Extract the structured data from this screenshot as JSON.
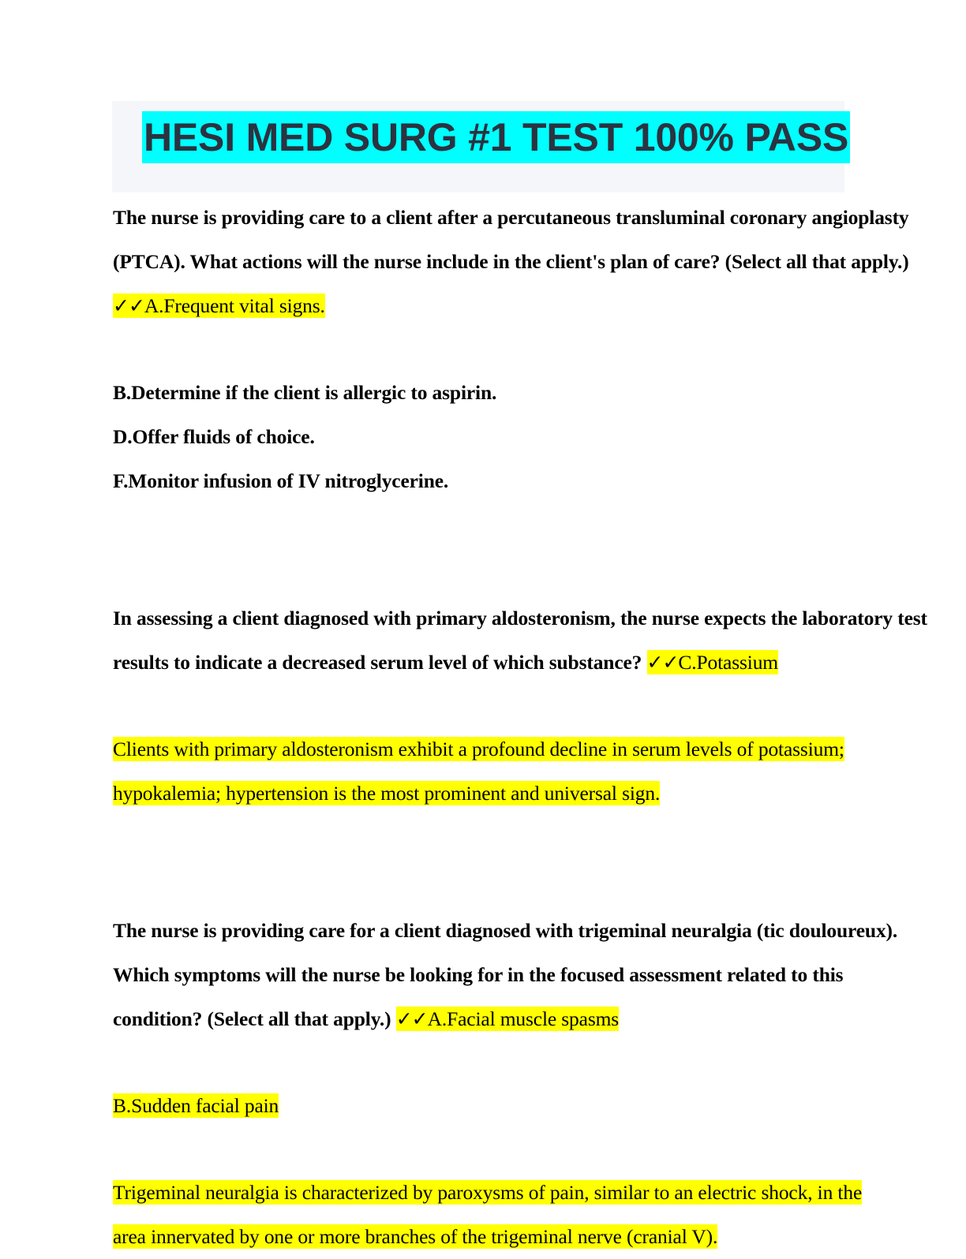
{
  "document": {
    "title": "HESI MED SURG #1 TEST 100% PASS",
    "title_highlight_color": "#00ffff",
    "highlight_color": "#ffff00",
    "title_band_color": "#f4f6fa",
    "title_text_color": "#2b3340",
    "page_background": "#ffffff"
  },
  "questions": [
    {
      "stem_lines": [
        "The nurse is providing care to a client after a percutaneous transluminal coronary angioplasty",
        "(PTCA). What actions will the nurse include in the client's plan of care? (Select all that apply.)"
      ],
      "answer_marks": "✓✓",
      "answer_text": "A.Frequent vital signs.",
      "options": [
        "B.Determine if the client is allergic to aspirin.",
        "D.Offer fluids of choice.",
        "F.Monitor infusion of IV nitroglycerine."
      ]
    },
    {
      "stem_line_1": "In assessing a client diagnosed with primary aldosteronism, the nurse expects the laboratory test",
      "stem_line_2": "results to indicate a decreased serum level of which substance? ",
      "answer_marks": "✓✓",
      "answer_text": "C.Potassium",
      "rationale_lines": [
        "Clients with primary aldosteronism exhibit a profound decline in serum levels of potassium;",
        "hypokalemia; hypertension is the most prominent and universal sign."
      ]
    },
    {
      "stem_line_1": "The nurse is providing care for a client diagnosed with trigeminal neuralgia (tic douloureux).",
      "stem_line_2": "Which symptoms will the nurse be looking for in the focused assessment related to this",
      "stem_line_3": "condition? (Select all that apply.) ",
      "answer_marks": "✓✓",
      "answer_text": "A.Facial muscle spasms",
      "option_b": "B.Sudden facial pain",
      "rationale_lines": [
        "Trigeminal neuralgia is characterized by paroxysms of pain, similar to an electric shock, in the",
        "area innervated by one or more branches of the trigeminal nerve (cranial V)."
      ]
    }
  ]
}
